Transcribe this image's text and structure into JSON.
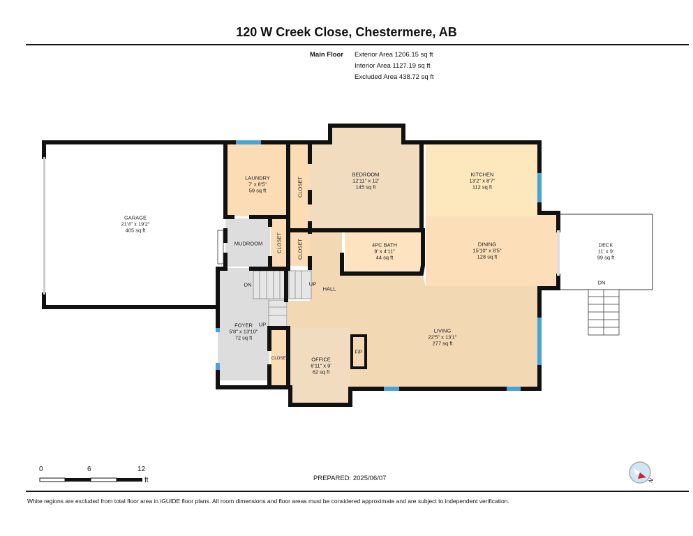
{
  "title": "120 W Creek Close, Chestermere, AB",
  "floor_summary": {
    "floor": "Main Floor",
    "exterior": "Exterior Area 1206.15 sq ft",
    "interior": "Interior Area 1127.19 sq ft",
    "excluded": "Excluded Area 438.72 sq ft"
  },
  "rooms": {
    "garage": {
      "name": "GARAGE",
      "dims": "21'4\" x 19'2\"",
      "area": "405 sq ft"
    },
    "laundry": {
      "name": "LAUNDRY",
      "dims": "7' x 8'5\"",
      "area": "59 sq ft"
    },
    "bedroom": {
      "name": "BEDROOM",
      "dims": "12'11\" x 12'",
      "area": "145 sq ft"
    },
    "kitchen": {
      "name": "KITCHEN",
      "dims": "13'2\" x 8'7\"",
      "area": "112 sq ft"
    },
    "dining": {
      "name": "DINING",
      "dims": "15'10\" x 8'5\"",
      "area": "128 sq ft"
    },
    "deck": {
      "name": "DECK",
      "dims": "11' x 9'",
      "area": "99 sq ft"
    },
    "bath": {
      "name": "4PC BATH",
      "dims": "9' x 4'11\"",
      "area": "44 sq ft"
    },
    "foyer": {
      "name": "FOYER",
      "dims": "5'8\" x 13'10\"",
      "area": "72 sq ft"
    },
    "office": {
      "name": "OFFICE",
      "dims": "6'11\" x 9'",
      "area": "62 sq ft"
    },
    "living": {
      "name": "LIVING",
      "dims": "22'5\" x 13'1\"",
      "area": "277 sq ft"
    }
  },
  "labels": {
    "mudroom": "MUDROOM",
    "closet": "CLOSET",
    "hall": "HALL",
    "fireplace": "F/P",
    "up": "UP",
    "dn": "DN"
  },
  "scale": {
    "ticks": [
      "0",
      "6",
      "12"
    ],
    "unit": "ft"
  },
  "prepared": "PREPARED: 2025/06/07",
  "compass_label": "N",
  "footer": "White regions are excluded from total floor area in iGUIDE floor plans. All room dimensions and floor areas must be considered approximate and are subject to independent verification.",
  "colors": {
    "wall": "#111111",
    "window": "#4aa3d8",
    "laundry": "#fcdcb4",
    "kitchen": "#fde7bd",
    "dining": "#fcdfb8",
    "living": "#f3d8b4",
    "bedroom": "#f1dcc0",
    "gray": "#dddddd"
  }
}
